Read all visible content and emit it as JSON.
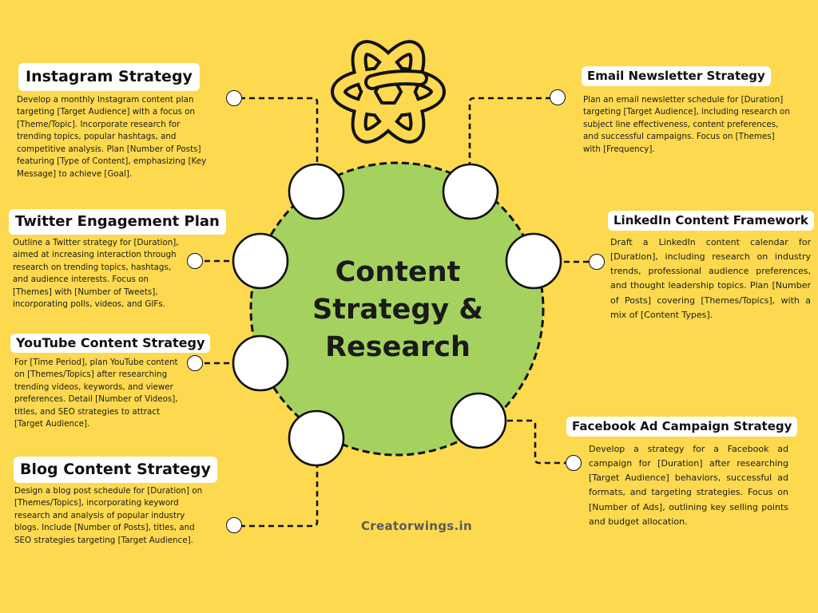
{
  "center": {
    "title_lines": [
      "Content",
      "Strategy &",
      "Research"
    ]
  },
  "brand": "Creatorwings.in",
  "logo_icon": "knot-logo-icon",
  "colors": {
    "background": "#FCD94F",
    "center_circle": "#A5D25F",
    "node": "#FFFFFF",
    "stroke": "#111111"
  },
  "strategies": {
    "instagram": {
      "title": "Instagram Strategy",
      "description": "Develop a monthly Instagram content plan targeting [Target Audience] with a focus on [Theme/Topic]. Incorporate research for trending topics, popular hashtags, and competitive analysis. Plan [Number of Posts] featuring [Type of Content], emphasizing [Key Message] to achieve [Goal]."
    },
    "twitter": {
      "title": "Twitter Engagement Plan",
      "description": "Outline a Twitter strategy for [Duration], aimed at increasing interaction through research on trending topics, hashtags, and audience interests. Focus on [Themes] with [Number of Tweets], incorporating polls, videos, and GIFs."
    },
    "youtube": {
      "title": "YouTube Content Strategy",
      "description": "For [Time Period], plan YouTube content on [Themes/Topics] after researching trending videos, keywords, and viewer preferences. Detail [Number of Videos], titles, and SEO strategies to attract [Target Audience]."
    },
    "blog": {
      "title": "Blog Content Strategy",
      "description": "Design a blog post schedule for [Duration] on [Themes/Topics], incorporating keyword research and analysis of popular industry blogs. Include [Number of Posts], titles, and SEO strategies targeting [Target Audience]."
    },
    "email": {
      "title": "Email Newsletter Strategy",
      "description": "Plan an email newsletter schedule for [Duration] targeting [Target Audience], including research on subject line effectiveness, content preferences, and successful campaigns. Focus on [Themes] with [Frequency]."
    },
    "linkedin": {
      "title": "LinkedIn Content Framework",
      "description": "Draft a LinkedIn content calendar for [Duration], including research on industry trends, professional audience preferences, and thought leadership topics. Plan [Number of Posts] covering [Themes/Topics], with a mix of [Content Types]."
    },
    "facebook": {
      "title": "Facebook Ad Campaign Strategy",
      "description": "Develop a strategy for a Facebook ad campaign for [Duration] after researching [Target Audience] behaviors, successful ad formats, and targeting strategies. Focus on [Number of Ads], outlining key selling points and budget allocation."
    }
  }
}
